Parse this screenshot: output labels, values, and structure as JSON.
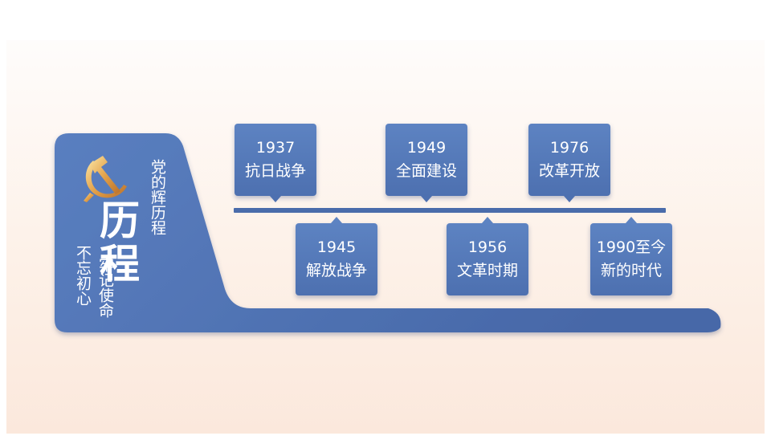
{
  "title": {
    "subtitle": "党的辉历程",
    "main": "历程",
    "motto_line1": "牢记使命",
    "motto_line2": "不忘初心"
  },
  "timeline": [
    {
      "year": "1937",
      "label": "抗日战争",
      "position": "above"
    },
    {
      "year": "1945",
      "label": "解放战争",
      "position": "below"
    },
    {
      "year": "1949",
      "label": "全面建设",
      "position": "above"
    },
    {
      "year": "1956",
      "label": "文革时期",
      "position": "below"
    },
    {
      "year": "1976",
      "label": "改革开放",
      "position": "above"
    },
    {
      "year": "1990至今",
      "label": "新的时代",
      "position": "below"
    }
  ],
  "colors": {
    "panel_blue": "#4f72b2",
    "card_blue": "#5a80c0",
    "emblem_gold": "#e0a040",
    "background": "#fdf0e6"
  },
  "icons": {
    "emblem": "hammer-sickle-icon"
  }
}
